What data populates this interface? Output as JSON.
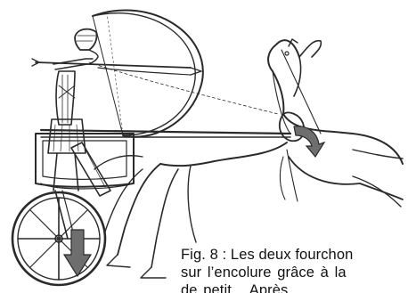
{
  "figure": {
    "caption_lines": [
      "Fig. 8 : Les deux fourchon",
      "sur l’encolure grâce à la",
      "de petit... Après ..."
    ],
    "colors": {
      "line": "#2a2a2a",
      "arrow_fill": "#6e6e6e",
      "arrow_stroke": "#2a2a2a",
      "background": "#ffffff"
    },
    "icons": [
      "down-arrow-icon",
      "curved-arrow-icon"
    ]
  }
}
